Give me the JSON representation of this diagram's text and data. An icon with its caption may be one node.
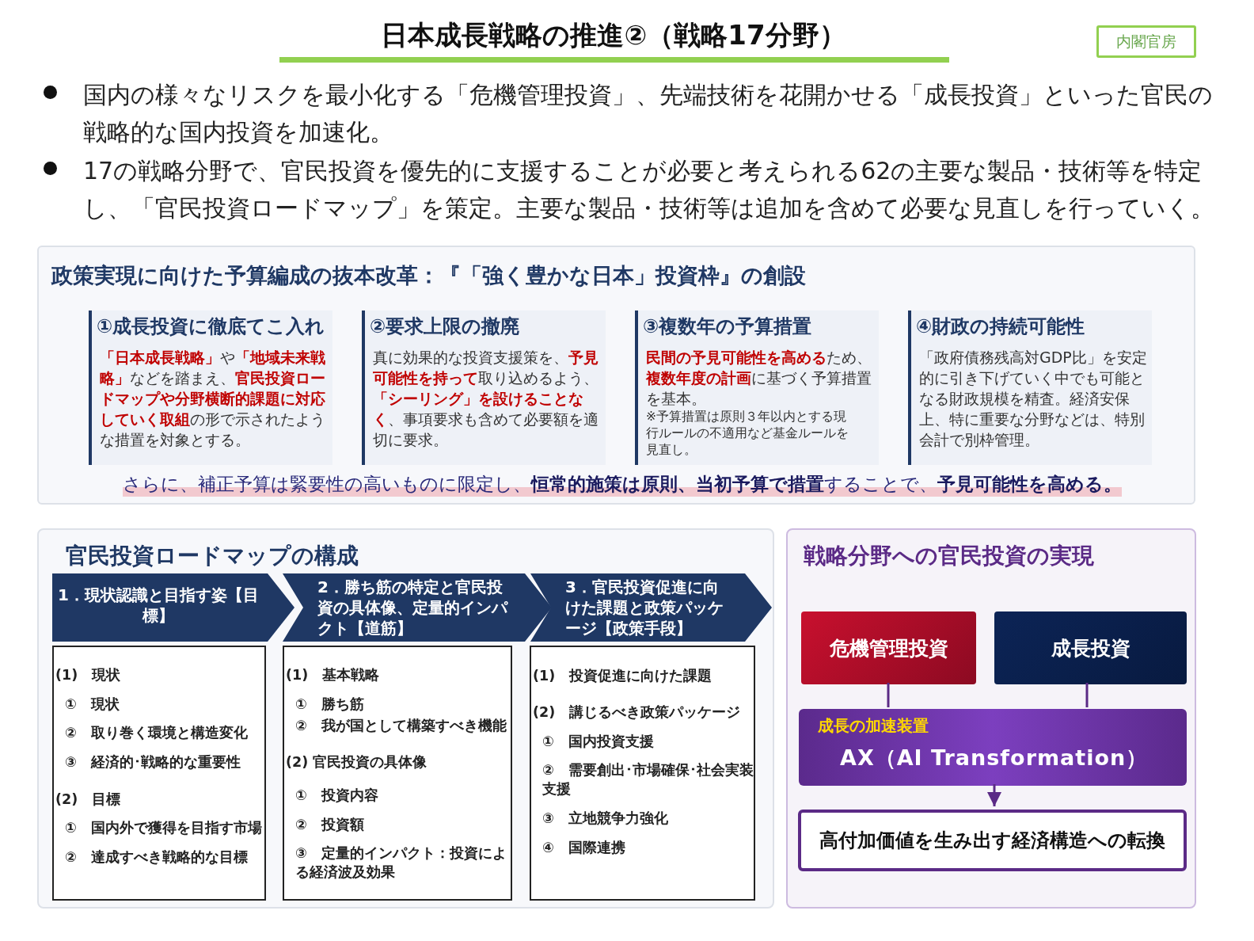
{
  "diagram": {
    "title": "日本成長戦略の推進②（戦略17分野）",
    "nodes": [
      {
        "text": [
          "政策実現に向けた予算編成の抜本改革：『「強く豊かな日本」投資枠』の創設",
          "さらに、補正予算は緊要性の高いものに限定し、**恒常的施策は原則、当初予算で措置**することで、**予見可能性を高める。**"
        ]
      },
      {
        "text": [
          "①成長投資に徹底てこ入れ",
          "**「日本成長戦略」**や**「地域未来戦略」**などを踏まえ、**官民投資ロードマップや分野横断的課題に対応していく取組**の形で示されたような措置を対象とする。"
        ],
        "in": 0
      },
      {
        "text": [
          "②要求上限の撤廃",
          "真に効果的な投資支援策を、**予見可能性を持って**取り込めるよう、**「シーリング」を設けることなく**、事項要求も含めて必要額を適切に要求。"
        ],
        "in": 0
      },
      {
        "text": [
          "③複数年の予算措置",
          "**民間の予見可能性を高める**ため、**複数年度の計画**に基づく予算措置を基本。",
          "※予算措置は原則３年以内とする現行ルールの不適用など基金ルールを見直し。"
        ],
        "in": 0
      },
      {
        "text": [
          "④財政の持続可能性",
          "「政府債務残高対GDP比」を安定的に引き下げていく中でも可能となる財政規模を精査。経済安保上、特に重要な分野などは、特別会計で別枠管理。"
        ],
        "in": 0
      },
      {
        "text": [
          "官民投資ロードマップの構成"
        ]
      },
      {
        "text": [
          "1．現状認識と目指す姿【目標】"
        ],
        "in": 5
      },
      {
        "text": [
          "2．勝ち筋の特定と官民投資の具体像、定量的インパクト【道筋】"
        ],
        "in": 5
      },
      {
        "text": [
          "3．官民投資促進に向けた課題と政策パッケージ【政策手段】"
        ],
        "in": 5
      },
      {
        "text": [
          "(1)　現状",
          "①　現状",
          "②　取り巻く環境と構造変化",
          "③　経済的･戦略的な重要性",
          "(2)　目標",
          "①　国内外で獲得を目指す市場",
          "②　達成すべき戦略的な目標"
        ],
        "in": 5
      },
      {
        "text": [
          "(1)　基本戦略",
          "①　勝ち筋",
          "②　我が国として構築すべき機能",
          "(2) 官民投資の具体像",
          "①　投資内容",
          "②　投資額",
          "③　定量的インパクト：投資による経済波及効果"
        ],
        "in": 5
      },
      {
        "text": [
          "(1)　投資促進に向けた課題",
          "(2)　講じるべき政策パッケージ",
          "①　国内投資支援",
          "②　需要創出･市場確保･社会実装支援",
          "③　立地競争力強化",
          "④　国際連携"
        ],
        "in": 5
      },
      {
        "text": [
          "戦略分野への官民投資の実現"
        ]
      },
      {
        "text": [
          "危機管理投資"
        ],
        "in": 12
      },
      {
        "text": [
          "成長投資"
        ],
        "in": 12
      },
      {
        "text": [
          "成長の加速装置",
          "AX（AI Transformation）"
        ],
        "in": 12
      },
      {
        "text": [
          "高付加価値を生み出す経済構造への転換"
        ],
        "in": 12
      }
    ],
    "edges": [
      {
        "from": 13,
        "to": 15,
        "arrow": "none"
      },
      {
        "from": 14,
        "to": 15,
        "arrow": "none"
      },
      {
        "from": 15,
        "to": 16,
        "arrow": "to"
      }
    ],
    "labels": [
      "内閣官房",
      "国内の様々なリスクを最小化する「危機管理投資」、先端技術を花開かせる「成長投資」といった官民の戦略的な国内投資を加速化。",
      "17の戦略分野で、官民投資を優先的に支援することが必要と考えられる62の主要な製品・技術等を特定し、「官民投資ロードマップ」を策定。主要な製品・技術等は追加を含めて必要な見直しを行っていく。"
    ]
  }
}
